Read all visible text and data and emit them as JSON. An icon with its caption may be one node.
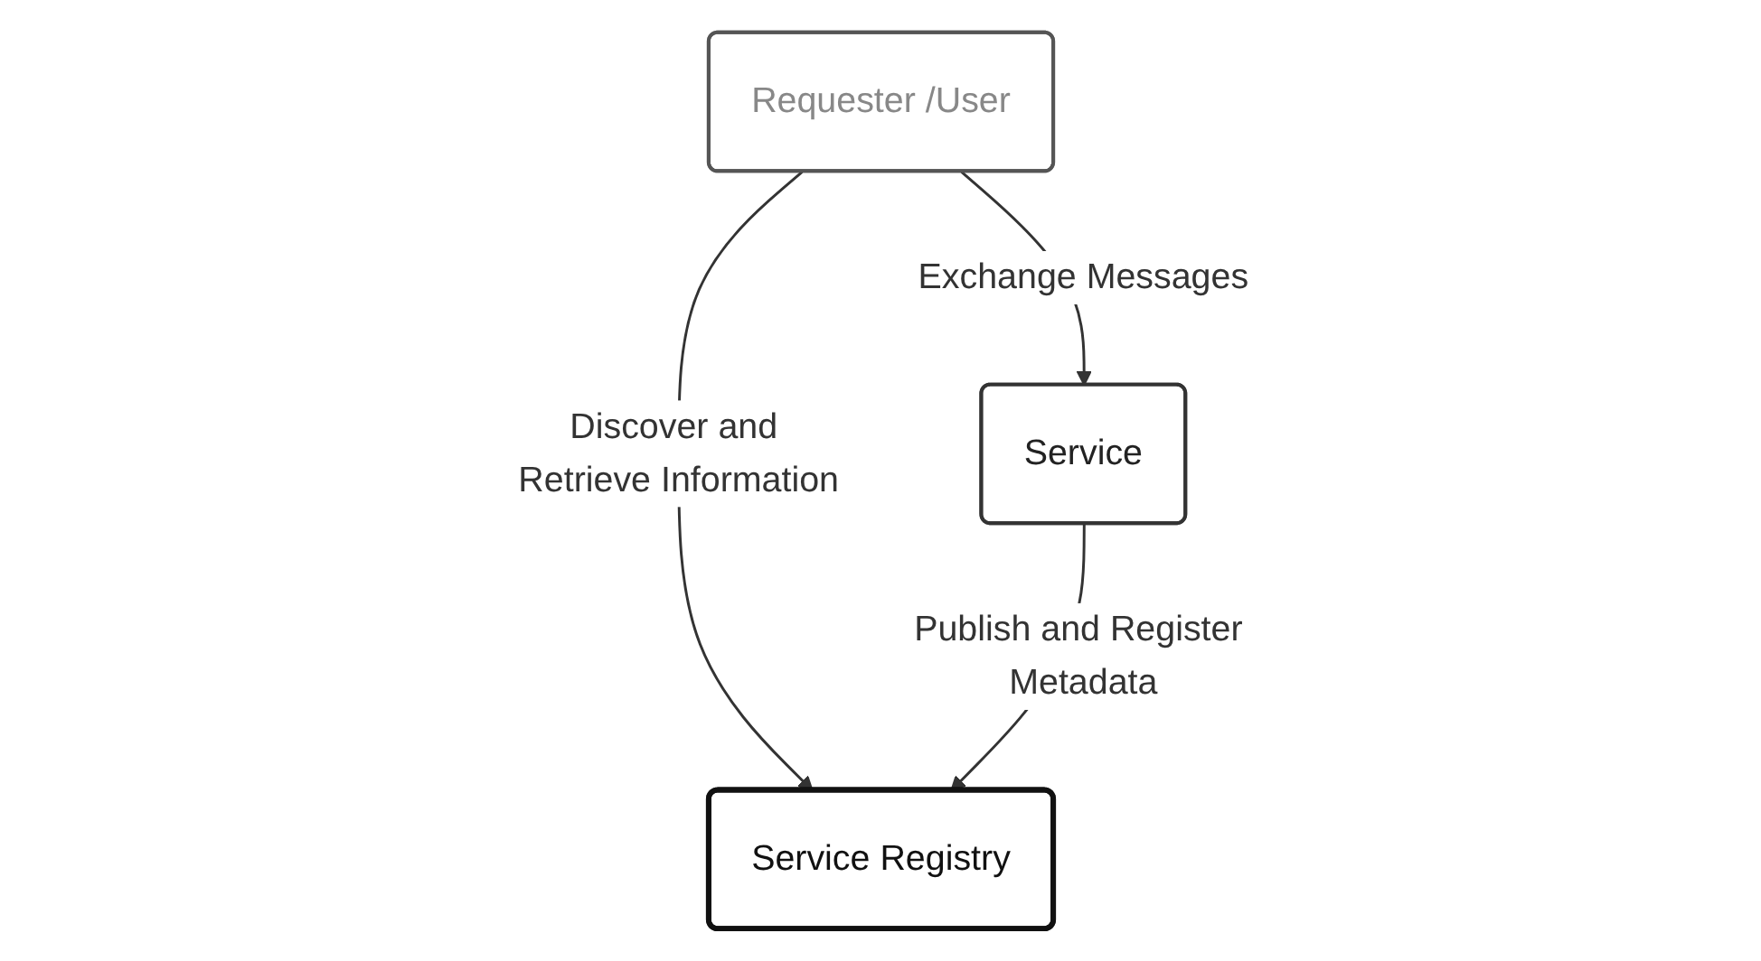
{
  "diagram": {
    "nodes": [
      {
        "text": [
          "Requester /User"
        ]
      },
      {
        "text": [
          "Service"
        ]
      },
      {
        "text": [
          "Service Registry"
        ]
      }
    ],
    "edges": [
      {
        "from": 0,
        "to": 1,
        "arrow": "to",
        "label": "Exchange Messages"
      },
      {
        "from": 0,
        "to": 2,
        "arrow": "to",
        "label": "Discover and Retrieve Information"
      },
      {
        "from": 1,
        "to": 2,
        "arrow": "to",
        "label": "Publish and Register Metadata"
      }
    ]
  }
}
